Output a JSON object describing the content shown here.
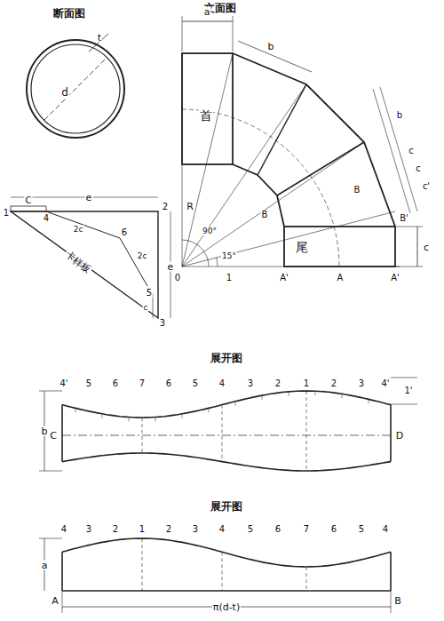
{
  "diagram": {
    "labels": [
      "断面图",
      "文面图",
      "d",
      "t",
      "a",
      "b",
      "首",
      "R",
      "90°",
      "15°",
      "0",
      "1",
      "A'",
      "A",
      "A'",
      "B",
      "B",
      "B'",
      "尾",
      "c",
      "b",
      "c",
      "c",
      "c'",
      "1",
      "C",
      "4",
      "e",
      "2",
      "2c",
      "6",
      "2c",
      "e",
      "5",
      "c",
      "3",
      "卡样板",
      "展开图",
      "4'",
      "5",
      "6",
      "7",
      "6",
      "5",
      "4",
      "3",
      "2",
      "1",
      "2",
      "3",
      "4'",
      "1'",
      "b",
      "C",
      "D",
      "展开图",
      "4",
      "3",
      "2",
      "1",
      "2",
      "3",
      "4",
      "5",
      "6",
      "7",
      "6",
      "5",
      "4",
      "a",
      "A",
      "B",
      "π(d-t)"
    ]
  }
}
